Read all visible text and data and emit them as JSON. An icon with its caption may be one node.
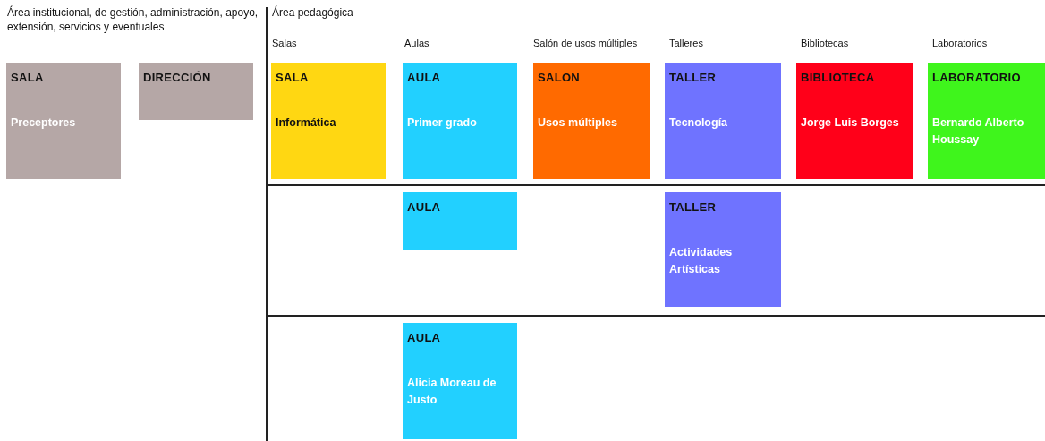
{
  "diagram": {
    "nodes": [
      {
        "text": [
          "SALA",
          "Preceptores"
        ]
      },
      {
        "text": [
          "DIRECCIÓN"
        ]
      },
      {
        "text": [
          "SALA",
          "Informática"
        ]
      },
      {
        "text": [
          "AULA",
          "Primer grado"
        ]
      },
      {
        "text": [
          "SALON",
          "Usos múltiples"
        ]
      },
      {
        "text": [
          "TALLER",
          "Tecnología"
        ]
      },
      {
        "text": [
          "BIBLIOTECA",
          "Jorge Luis Borges"
        ]
      },
      {
        "text": [
          "LABORATORIO",
          "Bernardo Alberto Houssay"
        ]
      },
      {
        "text": [
          "AULA"
        ]
      },
      {
        "text": [
          "TALLER",
          "Actividades Artísticas"
        ]
      },
      {
        "text": [
          "AULA",
          "Alicia Moreau de Justo"
        ]
      }
    ],
    "labels": [
      "Área institucional, de gestión, administración, apoyo, extensión, servicios y eventuales",
      "Área pedagógica",
      "Salas",
      "Aulas",
      "Salón de usos múltiples",
      "Talleres",
      "Bibliotecas",
      "Laboratorios"
    ]
  }
}
